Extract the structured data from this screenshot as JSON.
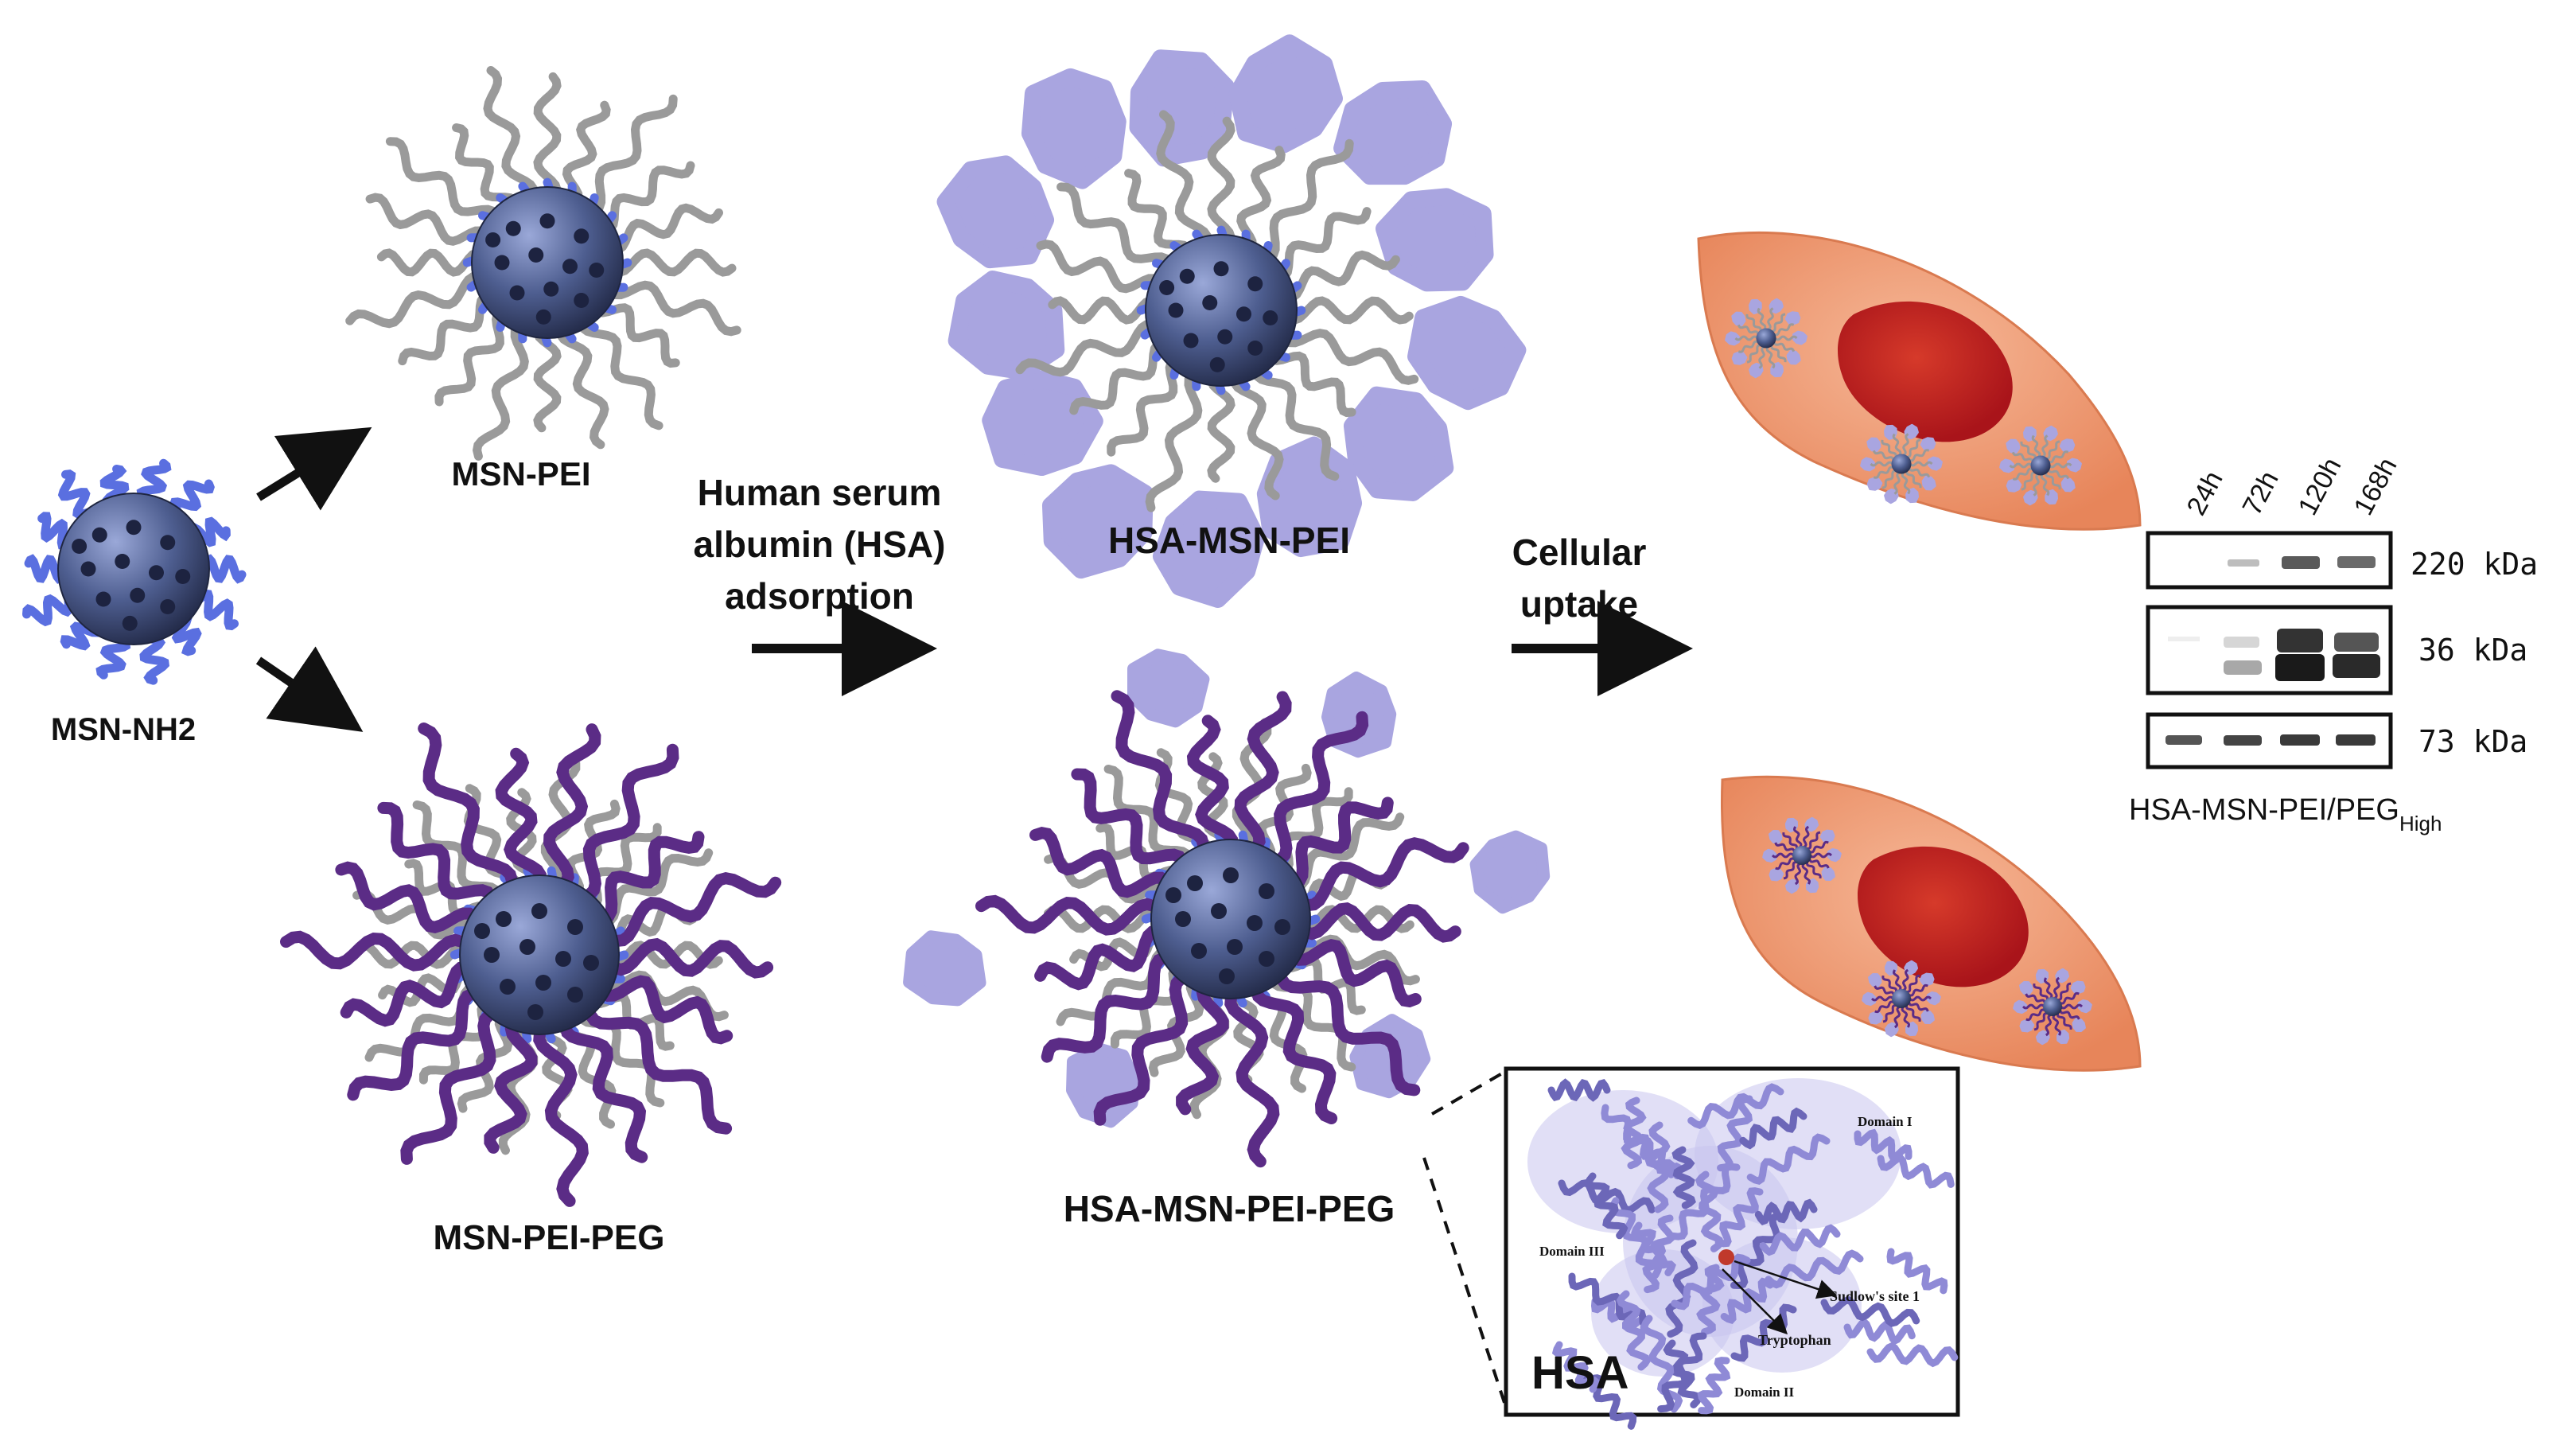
{
  "labels": {
    "msn_nh2": "MSN-NH2",
    "msn_pei": "MSN-PEI",
    "msn_pei_peg": "MSN-PEI-PEG",
    "hsa_msn_pei": "HSA-MSN-PEI",
    "hsa_msn_pei_peg": "HSA-MSN-PEI-PEG",
    "adsorption_line1": "Human serum",
    "adsorption_line2": "albumin (HSA)",
    "adsorption_line3": "adsorption",
    "uptake_line1": "Cellular",
    "uptake_line2": "uptake"
  },
  "western_blot": {
    "times": [
      "24h",
      "72h",
      "120h",
      "168h"
    ],
    "bands": [
      "220  kDa",
      "36  kDa",
      "73  kDa"
    ],
    "caption_main": "HSA-MSN-PEI/PEG",
    "caption_sub": "High"
  },
  "hsa_inset": {
    "title": "HSA",
    "domain1": "Domain I",
    "domain2": "Domain II",
    "domain3": "Domain III",
    "sudlow": "Sudlow's site 1",
    "tryptophan": "Tryptophan"
  },
  "colors": {
    "core": "#4a5a8a",
    "pei": "#5a6fe0",
    "peg": "#5b2c86",
    "chain_gray": "#9a9a9a",
    "hsa": "#a9a5e0",
    "cell": "#ee9a72",
    "nucleus": "#c8201c"
  }
}
